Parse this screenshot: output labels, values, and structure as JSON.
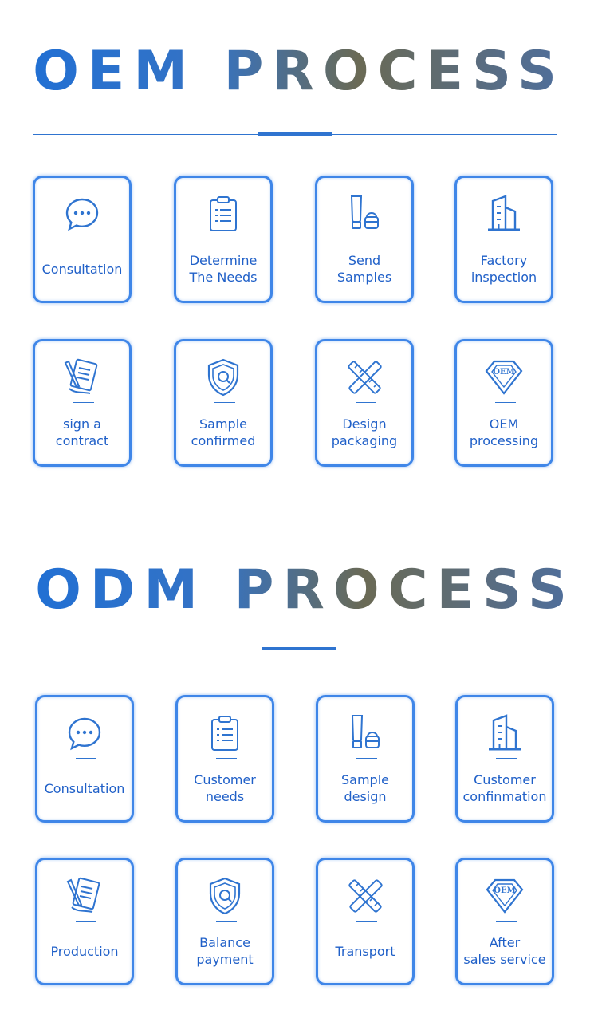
{
  "colors": {
    "accent": "#2f74d0",
    "text": "#2060c8",
    "card_border": "#3f86e8"
  },
  "oem": {
    "title": "OEM PROCESS",
    "steps": [
      {
        "label": "Consultation",
        "icon": "chat-bubble-icon"
      },
      {
        "label": "Determine\nThe Needs",
        "icon": "clipboard-list-icon"
      },
      {
        "label": "Send\nSamples",
        "icon": "cosmetic-samples-icon"
      },
      {
        "label": "Factory\ninspection",
        "icon": "factory-building-icon"
      },
      {
        "label": "sign a\ncontract",
        "icon": "contract-pen-icon"
      },
      {
        "label": "Sample\nconfirmed",
        "icon": "shield-check-icon"
      },
      {
        "label": "Design\npackaging",
        "icon": "ruler-pencil-icon"
      },
      {
        "label": "OEM\nprocessing",
        "icon": "oem-diamond-badge-icon"
      }
    ]
  },
  "odm": {
    "title": "ODM PROCESS",
    "steps": [
      {
        "label": "Consultation",
        "icon": "chat-bubble-icon"
      },
      {
        "label": "Customer\nneeds",
        "icon": "clipboard-list-icon"
      },
      {
        "label": "Sample\ndesign",
        "icon": "cosmetic-samples-icon"
      },
      {
        "label": "Customer\nconfinmation",
        "icon": "factory-building-icon"
      },
      {
        "label": "Production",
        "icon": "contract-pen-icon"
      },
      {
        "label": "Balance\npayment",
        "icon": "shield-check-icon"
      },
      {
        "label": "Transport",
        "icon": "ruler-pencil-icon"
      },
      {
        "label": "After\nsales service",
        "icon": "oem-diamond-badge-icon"
      }
    ]
  }
}
